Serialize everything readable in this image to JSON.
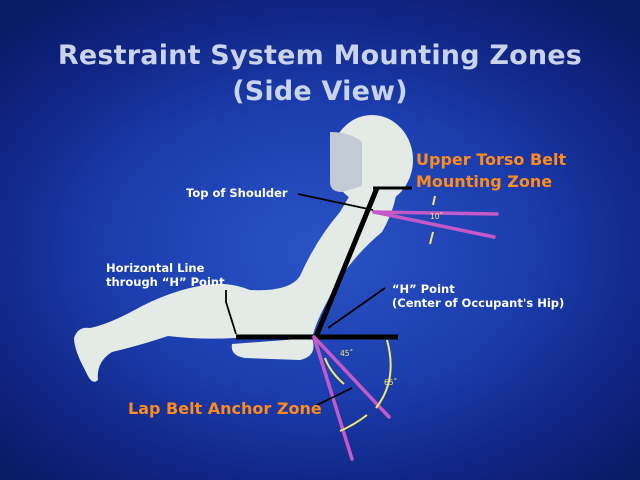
{
  "title": {
    "line1": "Restraint System Mounting Zones",
    "line2": "(Side View)"
  },
  "labels": {
    "top_of_shoulder": "Top of Shoulder",
    "horizontal_line_1": "Horizontal Line",
    "horizontal_line_2": "through “H” Point",
    "h_point_1": "“H” Point",
    "h_point_2": "(Center of Occupant's Hip)",
    "upper_torso_1": "Upper Torso Belt",
    "upper_torso_2": "Mounting Zone",
    "lap_belt": "Lap Belt Anchor Zone"
  },
  "angles": {
    "torso": "10˚",
    "lap_inner": "45˚",
    "lap_outer": "65˚"
  },
  "colors": {
    "background": "#1c3eae",
    "figure": "#e4ebe6",
    "zone_lines": "#c45ac8",
    "angle_arcs": "#f3e86b",
    "zone_text": "#ff8a1e"
  }
}
